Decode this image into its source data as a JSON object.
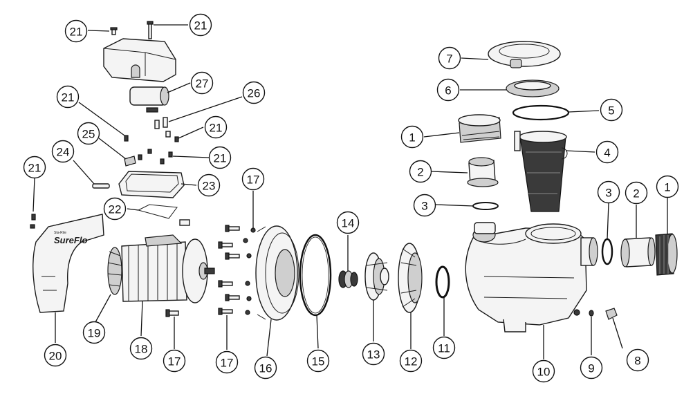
{
  "diagram": {
    "brand": {
      "name": "SureFlo",
      "trademark": "™",
      "maker": "Sta-Rite"
    },
    "callouts": [
      {
        "id": "c-21-top-left",
        "label": "21"
      },
      {
        "id": "c-21-top-right",
        "label": "21"
      },
      {
        "id": "c-27",
        "label": "27"
      },
      {
        "id": "c-26",
        "label": "26"
      },
      {
        "id": "c-21-mid-left",
        "label": "21"
      },
      {
        "id": "c-21-mid-right",
        "label": "21"
      },
      {
        "id": "c-25",
        "label": "25"
      },
      {
        "id": "c-21-lower-right",
        "label": "21"
      },
      {
        "id": "c-24",
        "label": "24"
      },
      {
        "id": "c-23",
        "label": "23"
      },
      {
        "id": "c-21-far-left",
        "label": "21"
      },
      {
        "id": "c-22",
        "label": "22"
      },
      {
        "id": "c-20",
        "label": "20"
      },
      {
        "id": "c-19",
        "label": "19"
      },
      {
        "id": "c-18",
        "label": "18"
      },
      {
        "id": "c-17-left",
        "label": "17"
      },
      {
        "id": "c-17-mid",
        "label": "17"
      },
      {
        "id": "c-17-top",
        "label": "17"
      },
      {
        "id": "c-16",
        "label": "16"
      },
      {
        "id": "c-15",
        "label": "15"
      },
      {
        "id": "c-14",
        "label": "14"
      },
      {
        "id": "c-13",
        "label": "13"
      },
      {
        "id": "c-12",
        "label": "12"
      },
      {
        "id": "c-11",
        "label": "11"
      },
      {
        "id": "c-10",
        "label": "10"
      },
      {
        "id": "c-9",
        "label": "9"
      },
      {
        "id": "c-8",
        "label": "8"
      },
      {
        "id": "c-7",
        "label": "7"
      },
      {
        "id": "c-6",
        "label": "6"
      },
      {
        "id": "c-5",
        "label": "5"
      },
      {
        "id": "c-4",
        "label": "4"
      },
      {
        "id": "c-1-left",
        "label": "1"
      },
      {
        "id": "c-2-left",
        "label": "2"
      },
      {
        "id": "c-3-left",
        "label": "3"
      },
      {
        "id": "c-3-right",
        "label": "3"
      },
      {
        "id": "c-2-right",
        "label": "2"
      },
      {
        "id": "c-1-right",
        "label": "1"
      }
    ]
  }
}
